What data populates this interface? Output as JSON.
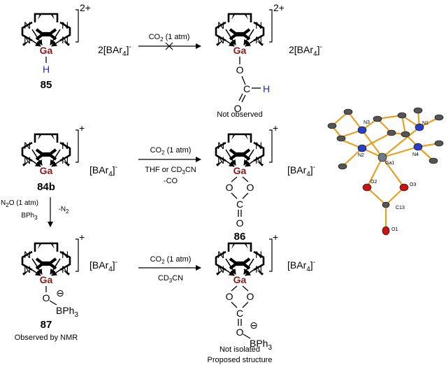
{
  "atoms": {
    "N": "N",
    "Ga": "Ga",
    "H": "H",
    "O": "O",
    "C": "C"
  },
  "colors": {
    "ga": "#8b1a1a",
    "hydride": "#1f2fb3",
    "ink": "#000000",
    "bond_orange": "#e8a020",
    "nitrogen_blue": "#2a3fc8",
    "oxygen_red": "#c81414",
    "carbon_grey": "#555555",
    "gallium_grey": "#6b7b85"
  },
  "charges": {
    "dication": "2+",
    "cation": "+",
    "minus": "⊖"
  },
  "counterions": {
    "bar4": "[BAr",
    "sub4": "4",
    "minus": "]",
    "sup": "-",
    "two": "2"
  },
  "compounds": {
    "c85": "85",
    "c84b": "84b",
    "c86": "86",
    "c87": "87"
  },
  "reagents": {
    "r1_top": "CO",
    "r1_sub": "2",
    "r1_rest": " (1 atm)",
    "r2_line2": "THF or CD",
    "r2_line2_sub": "3",
    "r2_line2_rest": "CN",
    "r2_line3": "-CO",
    "r3_line1": "N",
    "r3_line1_sub": "2",
    "r3_line1_rest": "O (1 atm)",
    "r3_line2": "BPh",
    "r3_line2_sub": "3",
    "r3_side": "-N",
    "r3_side_sub": "2",
    "r4_line2": "CD",
    "r4_line2_sub": "3",
    "r4_line2_rest": "CN"
  },
  "bph3": {
    "main": "BPh",
    "sub": "3"
  },
  "notes": {
    "not_observed": "Not observed",
    "observed_nmr": "Observed by NMR",
    "not_isolated": "Not isolated",
    "proposed": "Proposed structure"
  },
  "xray_labels": {
    "n3": "N3",
    "n1": "N1",
    "n2": "N2",
    "n4": "N4",
    "ga1": "Ga1",
    "o2": "O2",
    "o3": "O3",
    "c13": "C13",
    "o1": "O1"
  }
}
